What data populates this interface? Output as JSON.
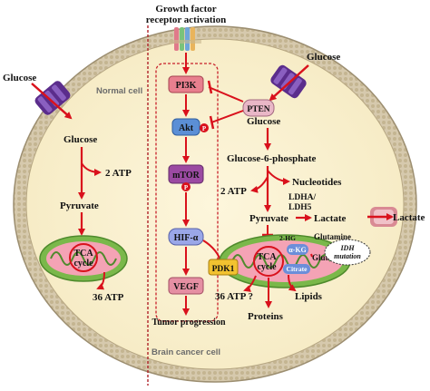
{
  "labels": {
    "header_line1": "Growth factor",
    "header_line2": "receptor activation",
    "glucose_left_outside": "Glucose",
    "glucose_right_outside": "Glucose",
    "normal_cell": "Normal cell",
    "brain_cancer_cell": "Brain cancer cell",
    "lactate_outside": "Lactate"
  },
  "normal": {
    "glucose": "Glucose",
    "atp2": "2 ATP",
    "pyruvate": "Pyruvate",
    "tca_line1": "TCA",
    "tca_line2": "cycle",
    "atp36": "36 ATP"
  },
  "signaling": {
    "pi3k": "PI3K",
    "pten": "PTEN",
    "akt": "Akt",
    "mtor": "mTOR",
    "hif": "HIF-α",
    "vegf": "VEGF",
    "p_mark": "P",
    "tumor": "Tumor progression"
  },
  "cancer": {
    "glucose": "Glucose",
    "g6p": "Glucose-6-phosphate",
    "atp2": "2 ATP",
    "nucleotides": "Nucleotides",
    "ldha_line1": "LDHA/",
    "ldha_line2": "LDH5",
    "pyruvate": "Pyruvate",
    "lactate": "Lactate",
    "hg": "2-HG",
    "glutamine": "Glutamine",
    "akg": "α-KG",
    "idh_line1": "IDH",
    "idh_line2": "mutation",
    "pdk1": "PDK1",
    "tca_line1": "TCA",
    "tca_line2": "cycle",
    "citrate": "Citrate",
    "glutamate": "Glutamate",
    "atp36": "36 ATP ?",
    "lipids": "Lipids",
    "proteins": "Proteins"
  },
  "colors": {
    "membrane": "#d6c9ad",
    "cytoplasm": "#fbf3d6",
    "arrow": "#d9111c",
    "transporter": "#5b2d8c",
    "mito": "#7ab84a",
    "mito_inner": "#f4a3b5",
    "pi3k": "#e87f8e",
    "akt": "#5b8fd6",
    "mtor": "#9b4aa2",
    "hif": "#9aa7e8",
    "vegf": "#e58fa3",
    "pdk1": "#f2c230"
  }
}
